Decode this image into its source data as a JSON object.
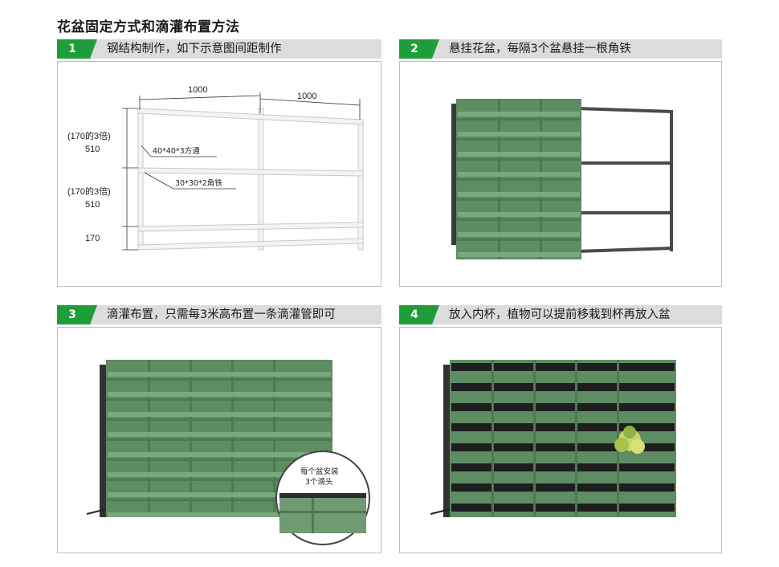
{
  "title": "花盆固定方式和滴灌布置方法",
  "steps": [
    {
      "number": "1",
      "label": "钢结构制作，如下示意图间距制作"
    },
    {
      "number": "2",
      "label": "悬挂花盆，每隔3个盆悬挂一根角铁"
    },
    {
      "number": "3",
      "label": "滴灌布置，只需每3米高布置一条滴灌管即可"
    },
    {
      "number": "4",
      "label": "放入内杯，植物可以提前移栽到杯再放入盆"
    }
  ],
  "frame": {
    "top_dims": [
      "1000",
      "1000"
    ],
    "left_dims": [
      {
        "note": "(170的3倍)",
        "value": "510"
      },
      {
        "note": "(170的3倍)",
        "value": "510"
      },
      {
        "note": "",
        "value": "170"
      }
    ],
    "callouts": [
      "40*40*3方通",
      "30*30*2角铁"
    ]
  },
  "zoom_callout": [
    "每个盆安装",
    "3个滴头"
  ],
  "colors": {
    "accent": "#1f9d3a",
    "header": "#dcdcdc",
    "planter": "#5e8c63",
    "frame": "#4a4a4a"
  }
}
